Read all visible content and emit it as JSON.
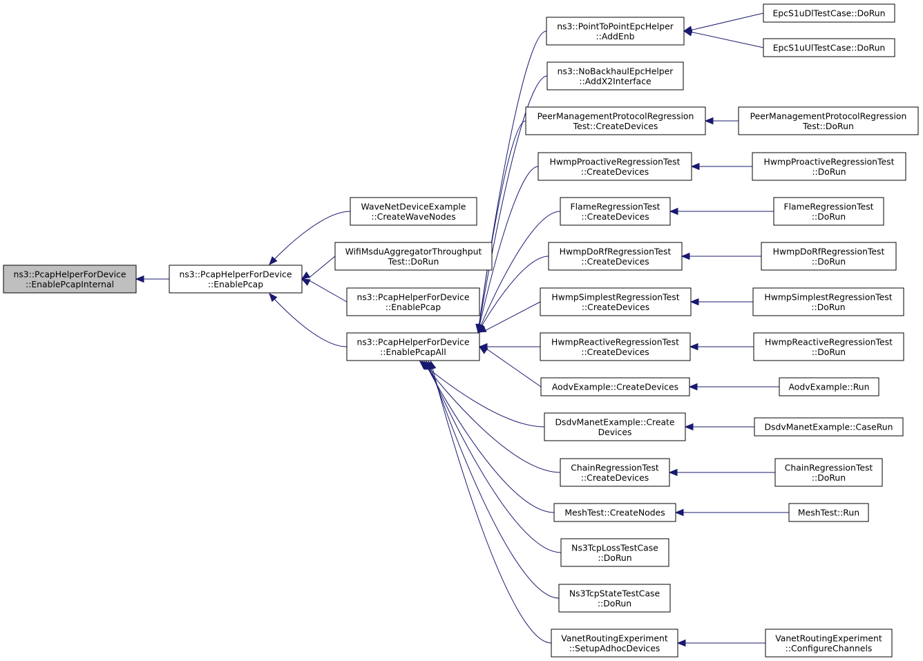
{
  "nodes": [
    {
      "id": "n0",
      "lines": [
        "ns3::PcapHelperForDevice",
        "::EnablePcapInternal"
      ],
      "root": true
    },
    {
      "id": "n1",
      "lines": [
        "ns3::PcapHelperForDevice",
        "::EnablePcap"
      ]
    },
    {
      "id": "n2",
      "lines": [
        "WaveNetDeviceExample",
        "::CreateWaveNodes"
      ]
    },
    {
      "id": "n3",
      "lines": [
        "WifiMsduAggregatorThroughput",
        "Test::DoRun"
      ]
    },
    {
      "id": "n4",
      "lines": [
        "ns3::PcapHelperForDevice",
        "::EnablePcap"
      ]
    },
    {
      "id": "n5",
      "lines": [
        "ns3::PcapHelperForDevice",
        "::EnablePcapAll"
      ]
    },
    {
      "id": "m0",
      "lines": [
        "ns3::PointToPointEpcHelper",
        "::AddEnb"
      ]
    },
    {
      "id": "m1",
      "lines": [
        "ns3::NoBackhaulEpcHelper",
        "::AddX2Interface"
      ]
    },
    {
      "id": "m2",
      "lines": [
        "PeerManagementProtocolRegression",
        "Test::CreateDevices"
      ]
    },
    {
      "id": "m3",
      "lines": [
        "HwmpProactiveRegressionTest",
        "::CreateDevices"
      ]
    },
    {
      "id": "m4",
      "lines": [
        "FlameRegressionTest",
        "::CreateDevices"
      ]
    },
    {
      "id": "m5",
      "lines": [
        "HwmpDoRfRegressionTest",
        "::CreateDevices"
      ]
    },
    {
      "id": "m6",
      "lines": [
        "HwmpSimplestRegressionTest",
        "::CreateDevices"
      ]
    },
    {
      "id": "m7",
      "lines": [
        "HwmpReactiveRegressionTest",
        "::CreateDevices"
      ]
    },
    {
      "id": "m8",
      "lines": [
        "AodvExample::CreateDevices"
      ]
    },
    {
      "id": "m9",
      "lines": [
        "DsdvManetExample::Create",
        "Devices"
      ]
    },
    {
      "id": "m10",
      "lines": [
        "ChainRegressionTest",
        "::CreateDevices"
      ]
    },
    {
      "id": "m11",
      "lines": [
        "MeshTest::CreateNodes"
      ]
    },
    {
      "id": "m12",
      "lines": [
        "Ns3TcpLossTestCase",
        "::DoRun"
      ]
    },
    {
      "id": "m13",
      "lines": [
        "Ns3TcpStateTestCase",
        "::DoRun"
      ]
    },
    {
      "id": "m14",
      "lines": [
        "VanetRoutingExperiment",
        "::SetupAdhocDevices"
      ]
    },
    {
      "id": "r0",
      "lines": [
        "EpcS1uDlTestCase::DoRun"
      ]
    },
    {
      "id": "r1",
      "lines": [
        "EpcS1uUlTestCase::DoRun"
      ]
    },
    {
      "id": "r2",
      "lines": [
        "PeerManagementProtocolRegression",
        "Test::DoRun"
      ]
    },
    {
      "id": "r3",
      "lines": [
        "HwmpProactiveRegressionTest",
        "::DoRun"
      ]
    },
    {
      "id": "r4",
      "lines": [
        "FlameRegressionTest",
        "::DoRun"
      ]
    },
    {
      "id": "r5",
      "lines": [
        "HwmpDoRfRegressionTest",
        "::DoRun"
      ]
    },
    {
      "id": "r6",
      "lines": [
        "HwmpSimplestRegressionTest",
        "::DoRun"
      ]
    },
    {
      "id": "r7",
      "lines": [
        "HwmpReactiveRegressionTest",
        "::DoRun"
      ]
    },
    {
      "id": "r8",
      "lines": [
        "AodvExample::Run"
      ]
    },
    {
      "id": "r9",
      "lines": [
        "DsdvManetExample::CaseRun"
      ]
    },
    {
      "id": "r10",
      "lines": [
        "ChainRegressionTest",
        "::DoRun"
      ]
    },
    {
      "id": "r11",
      "lines": [
        "MeshTest::Run"
      ]
    },
    {
      "id": "r12",
      "lines": [
        "VanetRoutingExperiment",
        "::ConfigureChannels"
      ]
    }
  ],
  "edges": [
    {
      "from": "n1",
      "to": "n0"
    },
    {
      "from": "n2",
      "to": "n1"
    },
    {
      "from": "n3",
      "to": "n1"
    },
    {
      "from": "n4",
      "to": "n1"
    },
    {
      "from": "n5",
      "to": "n1"
    },
    {
      "from": "m0",
      "to": "n5"
    },
    {
      "from": "m1",
      "to": "n5"
    },
    {
      "from": "m2",
      "to": "n5"
    },
    {
      "from": "m3",
      "to": "n5"
    },
    {
      "from": "m4",
      "to": "n5"
    },
    {
      "from": "m5",
      "to": "n5"
    },
    {
      "from": "m6",
      "to": "n5"
    },
    {
      "from": "m7",
      "to": "n5"
    },
    {
      "from": "m8",
      "to": "n5"
    },
    {
      "from": "m9",
      "to": "n5"
    },
    {
      "from": "m10",
      "to": "n5"
    },
    {
      "from": "m11",
      "to": "n5"
    },
    {
      "from": "m12",
      "to": "n5"
    },
    {
      "from": "m13",
      "to": "n5"
    },
    {
      "from": "m14",
      "to": "n5"
    },
    {
      "from": "r0",
      "to": "m0"
    },
    {
      "from": "r1",
      "to": "m0"
    },
    {
      "from": "r2",
      "to": "m2"
    },
    {
      "from": "r3",
      "to": "m3"
    },
    {
      "from": "r4",
      "to": "m4"
    },
    {
      "from": "r5",
      "to": "m5"
    },
    {
      "from": "r6",
      "to": "m6"
    },
    {
      "from": "r7",
      "to": "m7"
    },
    {
      "from": "r8",
      "to": "m8"
    },
    {
      "from": "r9",
      "to": "m9"
    },
    {
      "from": "r10",
      "to": "m10"
    },
    {
      "from": "r11",
      "to": "m11"
    },
    {
      "from": "r12",
      "to": "m14"
    }
  ],
  "colors": {
    "edge": "#191970",
    "root_fill": "#bfbfbf",
    "node_fill": "#ffffff",
    "border": "#000000"
  }
}
